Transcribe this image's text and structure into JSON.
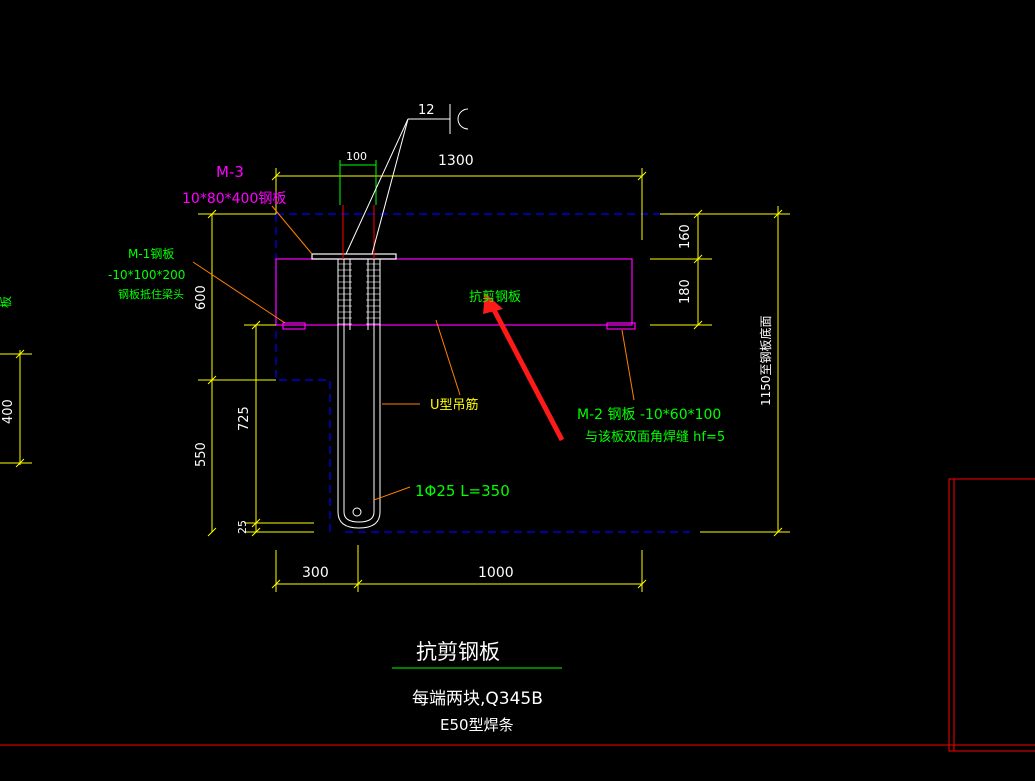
{
  "colors": {
    "background": "#000000",
    "dimension": "#ffff00",
    "annotation": "#00ff00",
    "member": "#ff00ff",
    "outline": "#0000ff",
    "border": "#ff0000",
    "title": "#ffffff"
  },
  "weld_symbol": {
    "size": "12",
    "mark": "C"
  },
  "dimensions": {
    "top_100": "100",
    "top_1300": "1300",
    "right_160": "160",
    "right_180": "180",
    "right_1150": "1150至钢板底面",
    "left_600": "600",
    "left_725": "725",
    "left_550": "550",
    "left_25": "25",
    "bottom_300": "300",
    "bottom_1000": "1000",
    "far_left_400": "400"
  },
  "labels": {
    "m3_title": "M-3",
    "m3_spec": "10*80*400钢板",
    "m1_title": "M-1钢板",
    "m1_spec": "-10*100*200",
    "m1_note": "钢板抵住梁头",
    "shear_plate": "抗剪钢板",
    "m2_spec": "M-2 钢板  -10*60*100",
    "m2_note": "与该板双面角焊缝  hf=5",
    "u_bar": "U型吊筋",
    "bar_spec": "1Φ25   L=350",
    "far_left_text": "板"
  },
  "title_block": {
    "title": "抗剪钢板",
    "note_line1": "每端两块,Q345B",
    "note_line2": "E50型焊条"
  }
}
